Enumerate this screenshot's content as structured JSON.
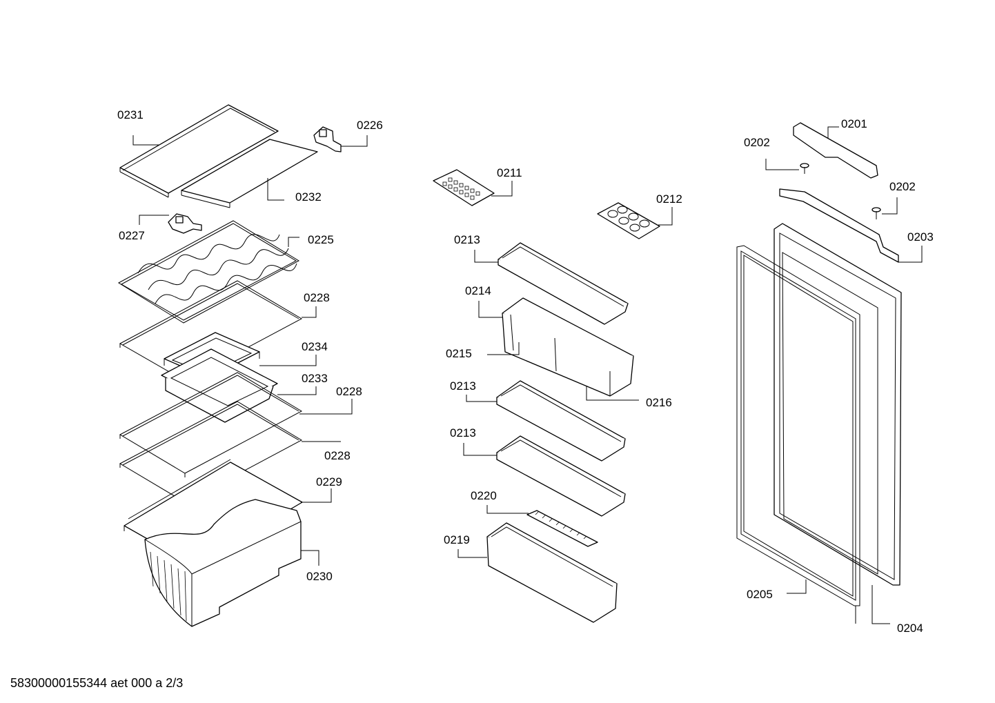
{
  "labels": {
    "p0231": "0231",
    "p0226": "0226",
    "p0232": "0232",
    "p0227": "0227",
    "p0225": "0225",
    "p0228a": "0228",
    "p0234": "0234",
    "p0233": "0233",
    "p0228b": "0228",
    "p0228c": "0228",
    "p0229": "0229",
    "p0230": "0230",
    "p0211": "0211",
    "p0212": "0212",
    "p0213a": "0213",
    "p0214": "0214",
    "p0215": "0215",
    "p0216": "0216",
    "p0213b": "0213",
    "p0213c": "0213",
    "p0220": "0220",
    "p0219": "0219",
    "p0201": "0201",
    "p0202a": "0202",
    "p0202b": "0202",
    "p0203": "0203",
    "p0205": "0205",
    "p0204": "0204"
  },
  "footer": "58300000155344 aet 000 a 2/3"
}
